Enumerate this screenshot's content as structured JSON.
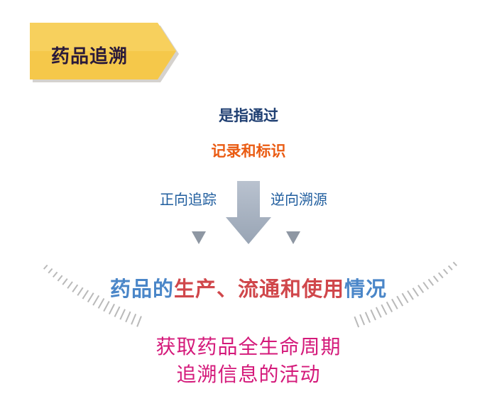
{
  "title": "药品追溯",
  "intro": "是指通过",
  "means": "记录和标识",
  "directions": {
    "forward": "正向追踪",
    "reverse": "逆向溯源"
  },
  "subject": {
    "part1": "药品的",
    "part2": "生产、流通和使用",
    "part3": "情况"
  },
  "outcome": {
    "line1": "获取药品全生命周期",
    "line2": "追溯信息的活动"
  },
  "colors": {
    "tag_fill": "#f5c84a",
    "intro": "#1f3f72",
    "means": "#ea5b12",
    "direction_text": "#1f5d9e",
    "arrow": "#a8b3c2",
    "subject_blue": "#4a86c8",
    "subject_red": "#d0474b",
    "outcome": "#d4197a"
  },
  "icons": [
    "down-arrow-icon",
    "small-triangle-icon"
  ]
}
